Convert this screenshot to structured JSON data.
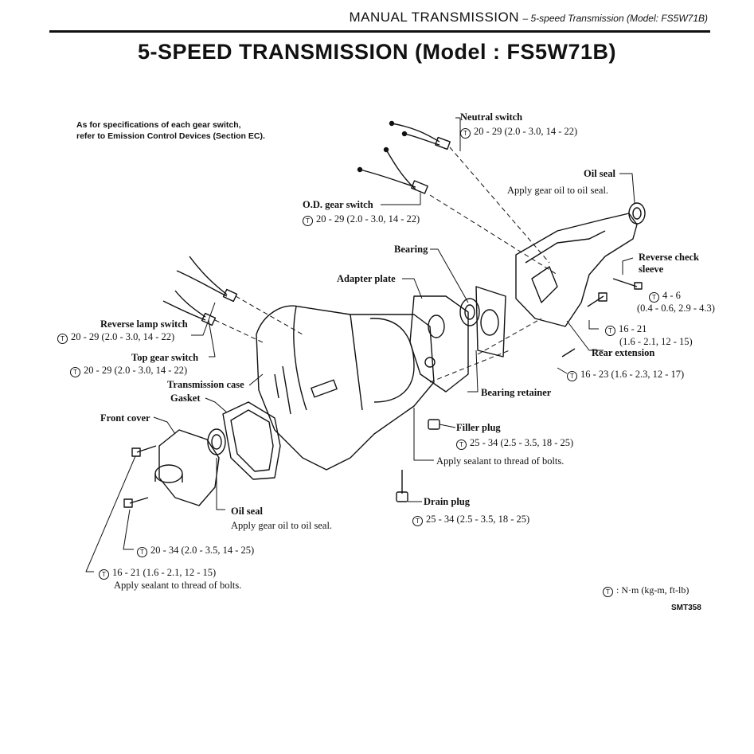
{
  "header": {
    "section": "MANUAL TRANSMISSION",
    "subsection": "– 5-speed Transmission (Model: FS5W71B)"
  },
  "title": "5-SPEED TRANSMISSION (Model : FS5W71B)",
  "note": {
    "line1": "As for specifications of each gear switch,",
    "line2": "refer to Emission Control Devices (Section EC)."
  },
  "torque_symbol": "T",
  "labels": {
    "neutral_switch": {
      "name": "Neutral switch",
      "torque": "20 - 29 (2.0 - 3.0, 14 - 22)"
    },
    "oil_seal_rear": {
      "name": "Oil seal",
      "note": "Apply gear oil to oil seal."
    },
    "od_gear_switch": {
      "name": "O.D. gear switch",
      "torque": "20 - 29 (2.0 - 3.0, 14 - 22)"
    },
    "bearing": {
      "name": "Bearing"
    },
    "adapter_plate": {
      "name": "Adapter plate"
    },
    "reverse_check_sleeve": {
      "name1": "Reverse check",
      "name2": "sleeve",
      "torque1": "4 - 6",
      "torque2": "(0.4 - 0.6, 2.9 - 4.3)"
    },
    "rear_ext_bolt": {
      "torque1": "16 - 21",
      "torque2": "(1.6 - 2.1, 12 - 15)"
    },
    "rear_extension": {
      "name": "Rear extension"
    },
    "rear_ext_bolt2": {
      "torque": "16 - 23 (1.6 - 2.3, 12 - 17)"
    },
    "reverse_lamp_switch": {
      "name": "Reverse lamp switch",
      "torque": "20 - 29 (2.0 - 3.0, 14 - 22)"
    },
    "top_gear_switch": {
      "name": "Top gear switch",
      "torque": "20 - 29 (2.0 - 3.0, 14 - 22)"
    },
    "transmission_case": {
      "name": "Transmission case"
    },
    "gasket": {
      "name": "Gasket"
    },
    "bearing_retainer": {
      "name": "Bearing retainer"
    },
    "front_cover": {
      "name": "Front cover"
    },
    "filler_plug": {
      "name": "Filler plug",
      "torque": "25 - 34 (2.5 - 3.5, 18 - 25)"
    },
    "sealant_note": {
      "text": "Apply sealant to thread of bolts."
    },
    "oil_seal_front": {
      "name": "Oil seal",
      "note": "Apply gear oil to oil seal."
    },
    "drain_plug": {
      "name": "Drain plug",
      "torque": "25 - 34 (2.5 - 3.5, 18 - 25)"
    },
    "front_bolt_a": {
      "torque": "20 - 34 (2.0 - 3.5, 14 - 25)"
    },
    "front_bolt_b": {
      "torque": "16 - 21 (1.6 - 2.1, 12 - 15)",
      "note": "Apply sealant to thread of bolts."
    }
  },
  "legend": {
    "text": ": N·m (kg-m, ft-lb)"
  },
  "figure_code": "SMT358"
}
